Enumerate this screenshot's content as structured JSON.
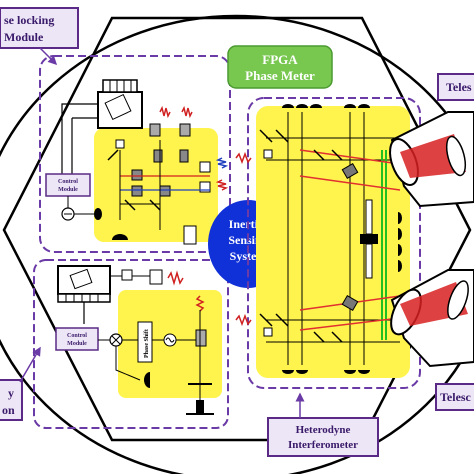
{
  "labels": {
    "phase_locking_line1": "se locking",
    "phase_locking_line2": "Module",
    "fpga_line1": "FPGA",
    "fpga_line2": "Phase Meter",
    "inertial_line1": "Inertial",
    "inertial_line2": "Sensing",
    "inertial_line3": "System",
    "control_module_top_line1": "Control",
    "control_module_top_line2": "Module",
    "control_module_bottom_line1": "Control",
    "control_module_bottom_line2": "Module",
    "phase_shift": "Phase Shift",
    "heterodyne_line1": "Heterodyne",
    "heterodyne_line2": "Interferometer",
    "telescope_top": "Teles",
    "telescope_bottom": "Telesc",
    "left_bottom_line1": "y",
    "left_bottom_line2": "on"
  },
  "colors": {
    "label_box_fill": "#ede6f6",
    "label_box_border": "#5a2a86",
    "label_text": "#3a1a6a",
    "fpga_fill": "#78c850",
    "fpga_text": "#ffffff",
    "highlight": "#fff34d",
    "dashed_border": "#6a3aa6",
    "inertial_fill": "#1030d8",
    "arrow_fill": "#4070d0",
    "telescope_red": "#d82020",
    "green_line": "#20c020",
    "red_line": "#e03030"
  }
}
